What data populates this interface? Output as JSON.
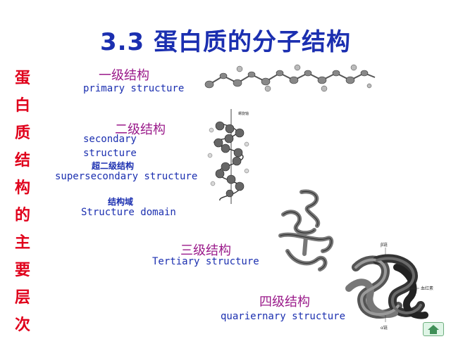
{
  "slide": {
    "title": "3.3  蛋白质的分子结构",
    "side_chars": [
      "蛋",
      "白",
      "质",
      "结",
      "构",
      "的",
      "主",
      "要",
      "层",
      "次"
    ],
    "levels": {
      "primary": {
        "zh": "一级结构",
        "en": "primary structure"
      },
      "secondary": {
        "zh": "二级结构",
        "en_line1": "secondary",
        "en_line2": "structure"
      },
      "supersecondary": {
        "zh": "超二级结构",
        "en": "supersecondary structure"
      },
      "domain": {
        "zh": "结构域",
        "en": "Structure  domain"
      },
      "tertiary": {
        "zh": "三级结构",
        "en": "Tertiary structure"
      },
      "quaternary": {
        "zh": "四级结构",
        "en": "quariernary structure"
      }
    },
    "figure_labels": {
      "helix_label": "螺旋轴",
      "quat_top": "β链",
      "quat_right": "血红素",
      "quat_bottom": "α链"
    },
    "home_button": {
      "icon": "home-icon"
    },
    "colors": {
      "title": "#1b2fb0",
      "side": "#e0001b",
      "zh": "#9a1a8a",
      "en": "#1b2fb0"
    }
  }
}
